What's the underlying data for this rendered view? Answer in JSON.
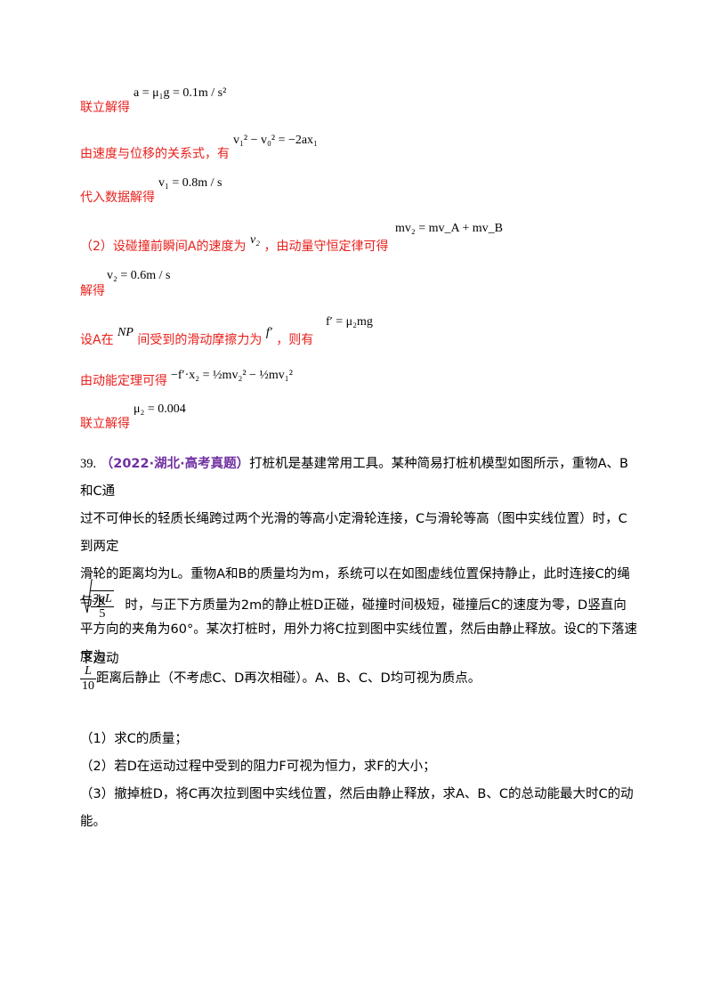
{
  "steps": [
    {
      "label": "联立解得",
      "formula": "a = μ₁g = 0.1m / s²"
    },
    {
      "label": "由速度与位移的关系式，有",
      "formula": "v₁² − v₀² = −2ax₁"
    },
    {
      "label": "代入数据解得",
      "formula": "v₁ = 0.8m / s"
    },
    {
      "label_a": "（2）设碰撞前瞬间A的速度为",
      "var_v2": "v₂",
      "label_b": "，由动量守恒定律可得",
      "formula": "mv₂ = mv_A + mv_B"
    },
    {
      "label": "解得",
      "formula": "v₂ = 0.6m / s"
    },
    {
      "label_a": "设A在",
      "var_np": "NP",
      "label_b": "间受到的滑动摩擦力为",
      "var_f": "f′",
      "label_c": "，则有",
      "formula": "f′ = μ₂mg"
    },
    {
      "label": "由动能定理可得",
      "formula": "−f′·x₂ = ½mv₂² − ½mv₁²"
    },
    {
      "label": "联立解得",
      "formula": "μ₂ = 0.004"
    }
  ],
  "question": {
    "number": "39.",
    "source": "（2022·湖北·高考真题）",
    "text_1": "打桩机是基建常用工具。某种简易打桩机模型如图所示，重物A、B和C通",
    "text_2": "过不可伸长的轻质长绳跨过两个光滑的等高小定滑轮连接，C与滑轮等高（图中实线位置）时，C到两定",
    "text_3": "滑轮的距离均为L。重物A和B的质量均为m，系统可以在如图虚线位置保持静止，此时连接C的绳与水",
    "text_4": "平方向的夹角为60°。某次打桩时，用外力将C拉到图中实线位置，然后由静止释放。设C的下落速度为",
    "sqrt_num": "3gL",
    "sqrt_den": "5",
    "text_5": "时，与正下方质量为2m的静止桩D正碰，碰撞时间极短，碰撞后C的速度为零，D竖直向下运动",
    "frac_num": "L",
    "frac_den": "10",
    "text_6": "距离后静止（不考虑C、D再次相碰）。A、B、C、D均可视为质点。",
    "parts": [
      "（1）求C的质量；",
      "（2）若D在运动过程中受到的阻力F可视为恒力，求F的大小；",
      "（3）撤掉桩D，将C再次拉到图中实线位置，然后由静止释放，求A、B、C的总动能最大时C的动能。"
    ]
  }
}
